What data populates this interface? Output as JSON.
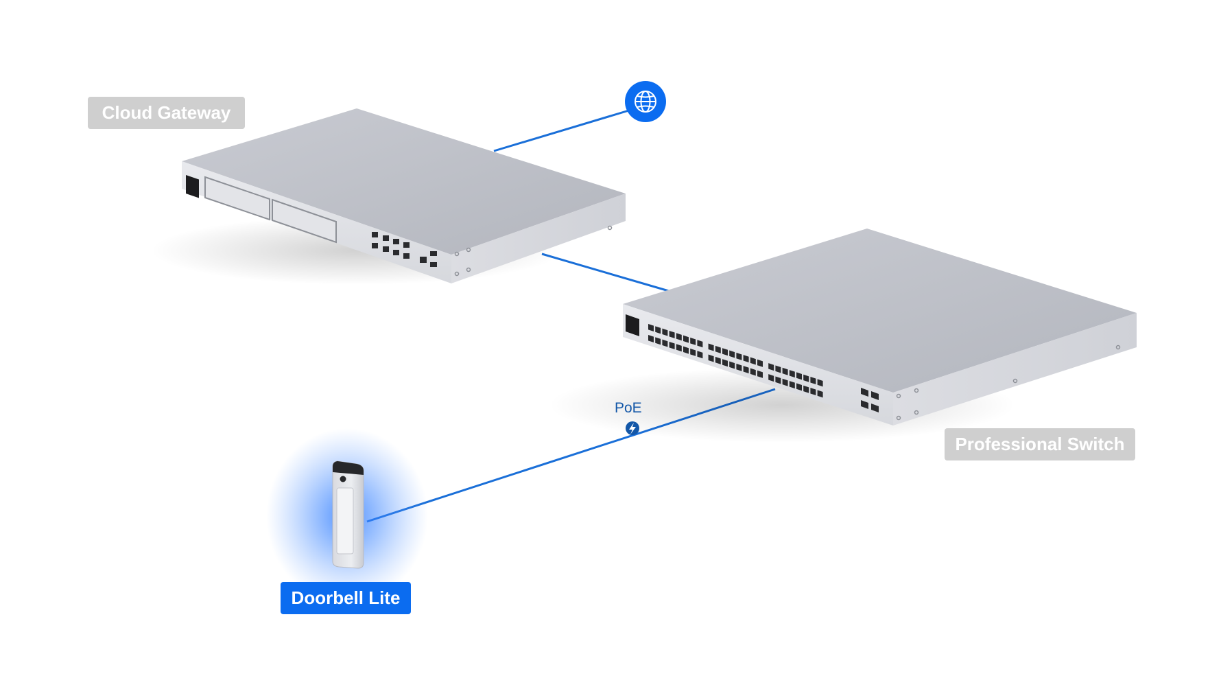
{
  "labels": {
    "cloud_gateway": "Cloud Gateway",
    "professional_switch": "Professional Switch",
    "doorbell_lite": "Doorbell Lite",
    "poe": "PoE"
  },
  "icons": {
    "internet": "globe-icon",
    "poe": "lightning-bolt-icon"
  },
  "colors": {
    "connection_line": "#1a6fd8",
    "internet_badge": "#0b6cf0",
    "active_label": "#0b6cf0",
    "inactive_label": "#cfcfcf",
    "poe_text": "#1357a8",
    "device_glow": "#2f7cff"
  }
}
